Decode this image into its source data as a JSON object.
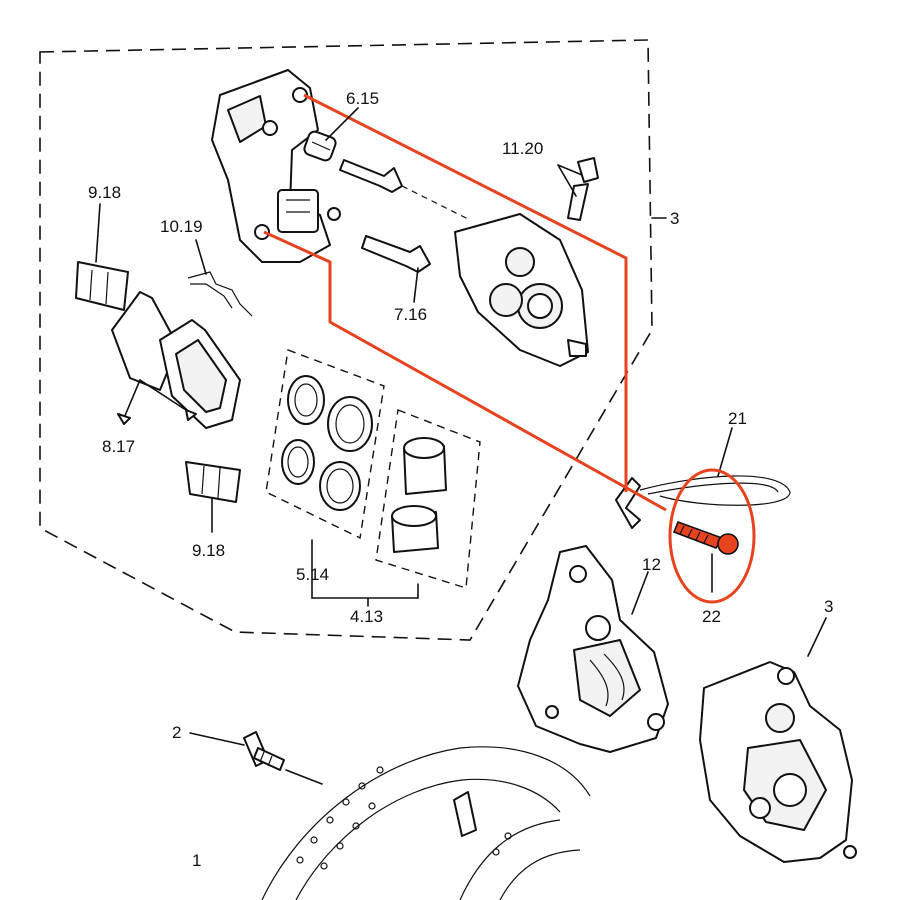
{
  "colors": {
    "highlight": "#e8431f",
    "ink": "#111111",
    "background": "#ffffff"
  },
  "labels": {
    "pin_bolt_a": "6.15",
    "bleed_screw": "11.20",
    "assembly": "3",
    "pad_clip_top": "9.18",
    "pad_spring": "10.19",
    "pin_bolt_b": "7.16",
    "brake_pads": "8.17",
    "pad_clip_bottom": "9.18",
    "seals": "5.14",
    "pistons": "4.13",
    "clip": "21",
    "bolt": "22",
    "bracket": "12",
    "caliper_right": "3",
    "disc_bolt": "2",
    "disc": "1"
  }
}
